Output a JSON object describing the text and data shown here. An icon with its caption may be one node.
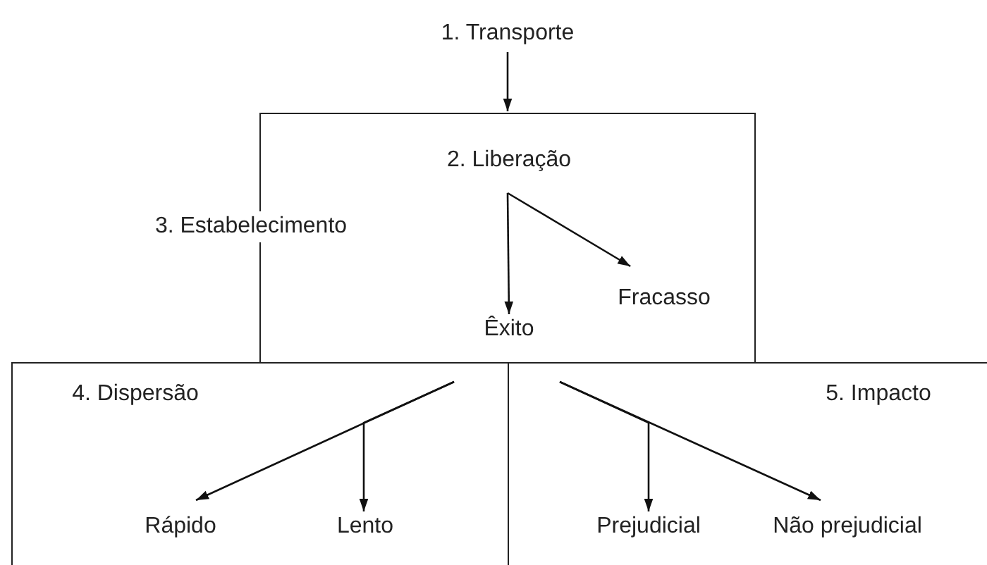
{
  "diagram": {
    "nodes": [
      {
        "text": [
          "1. Transporte"
        ]
      },
      {
        "text": [
          "3. Estabelecimento"
        ]
      },
      {
        "text": [
          "2. Liberação"
        ],
        "in": 1
      },
      {
        "text": [
          "Êxito"
        ],
        "in": 1
      },
      {
        "text": [
          "Fracasso"
        ],
        "in": 1
      },
      {
        "text": [
          "4. Dispersão"
        ]
      },
      {
        "text": [
          "Rápido"
        ],
        "in": 5
      },
      {
        "text": [
          "Lento"
        ],
        "in": 5
      },
      {
        "text": [
          "5. Impacto"
        ]
      },
      {
        "text": [
          "Prejudicial"
        ],
        "in": 8
      },
      {
        "text": [
          "Não prejudicial"
        ],
        "in": 8
      }
    ],
    "edges": [
      {
        "from": 0,
        "to": 1,
        "arrow": "to"
      },
      {
        "from": 2,
        "to": 3,
        "arrow": "to"
      },
      {
        "from": 2,
        "to": 4,
        "arrow": "to"
      },
      {
        "from": null,
        "to": 6,
        "arrow": "to"
      },
      {
        "from": null,
        "to": 7,
        "arrow": "to"
      },
      {
        "from": null,
        "to": 9,
        "arrow": "to"
      },
      {
        "from": null,
        "to": 10,
        "arrow": "to"
      }
    ]
  }
}
